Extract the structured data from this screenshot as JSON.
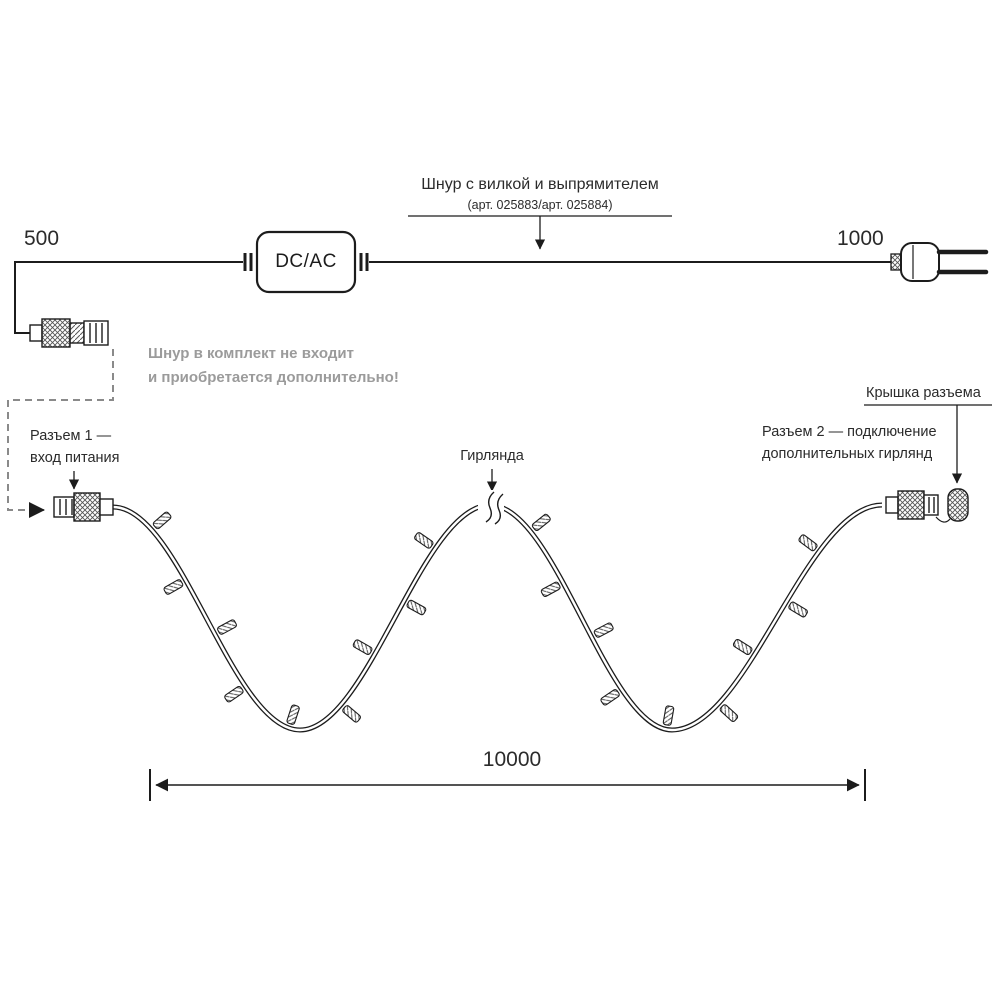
{
  "title": {
    "line1": "Шнур с вилкой и выпрямителем",
    "line2": "(арт. 025883/арт. 025884)"
  },
  "dimensions": {
    "left_cord": "500",
    "right_cord": "1000",
    "garland_length": "10000"
  },
  "converter": {
    "label": "DC/AC"
  },
  "note": {
    "line1": "Шнур в комплект не входит",
    "line2": "и приобретается дополнительно!",
    "color": "#9b9b9b"
  },
  "labels": {
    "connector1_line1": "Разъем 1 —",
    "connector1_line2": "вход питания",
    "garland": "Гирлянда",
    "connector2_line1": "Разъем 2 — подключение",
    "connector2_line2": "дополнительных гирлянд",
    "cap": "Крышка разъема"
  },
  "colors": {
    "line": "#1c1c1c",
    "text": "#2b2b2b",
    "note": "#9b9b9b"
  }
}
